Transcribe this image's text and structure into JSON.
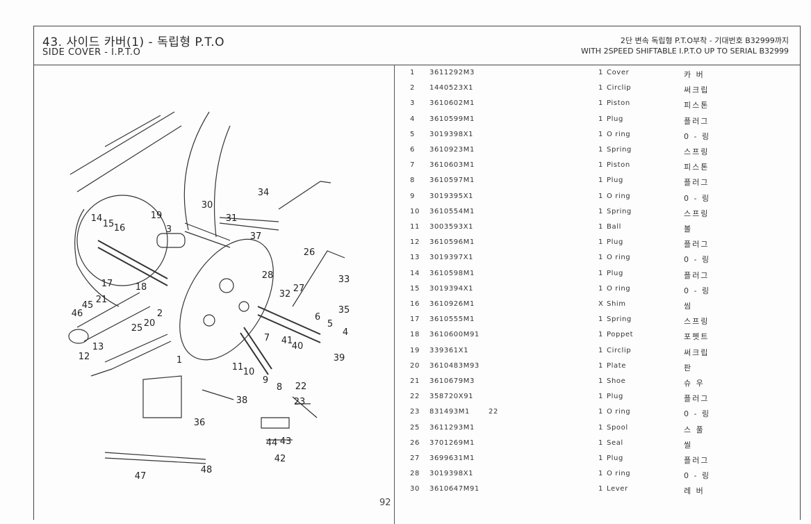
{
  "header": {
    "title_ko": "43. 사이드 카버(1) - 독립형 P.T.O",
    "title_en": "SIDE COVER - I.P.T.O",
    "note_ko": "2단 변속 독립형 P.T.O부착 - 기대번호 B32999까지",
    "note_en": "WITH 2SPEED SHIFTABLE I.P.T.O UP TO SERIAL B32999"
  },
  "page_number": "92",
  "diagram": {
    "callouts": [
      "34",
      "30",
      "31",
      "19",
      "14",
      "15",
      "16",
      "3",
      "37",
      "26",
      "33",
      "28",
      "32",
      "27",
      "17",
      "18",
      "21",
      "45",
      "2",
      "46",
      "20",
      "25",
      "35",
      "6",
      "5",
      "4",
      "41",
      "40",
      "13",
      "12",
      "39",
      "1",
      "7",
      "11",
      "10",
      "9",
      "8",
      "22",
      "23",
      "38",
      "36",
      "44",
      "43",
      "42",
      "47",
      "48"
    ]
  },
  "parts": [
    {
      "no": "1",
      "part": "3611292M3",
      "ref": "",
      "qty": "1",
      "desc": "Cover",
      "ko": "카 버"
    },
    {
      "no": "2",
      "part": "1440523X1",
      "ref": "",
      "qty": "1",
      "desc": "Circlip",
      "ko": "써크립"
    },
    {
      "no": "3",
      "part": "3610602M1",
      "ref": "",
      "qty": "1",
      "desc": "Piston",
      "ko": "피스톤"
    },
    {
      "no": "4",
      "part": "3610599M1",
      "ref": "",
      "qty": "1",
      "desc": "Plug",
      "ko": "플러그"
    },
    {
      "no": "5",
      "part": "3019398X1",
      "ref": "",
      "qty": "1",
      "desc": "O ring",
      "ko": "0 - 링"
    },
    {
      "no": "6",
      "part": "3610923M1",
      "ref": "",
      "qty": "1",
      "desc": "Spring",
      "ko": "스프링"
    },
    {
      "no": "7",
      "part": "3610603M1",
      "ref": "",
      "qty": "1",
      "desc": "Piston",
      "ko": "피스톤"
    },
    {
      "no": "8",
      "part": "3610597M1",
      "ref": "",
      "qty": "1",
      "desc": "Plug",
      "ko": "플러그"
    },
    {
      "no": "9",
      "part": "3019395X1",
      "ref": "",
      "qty": "1",
      "desc": "O ring",
      "ko": "0 - 링"
    },
    {
      "no": "10",
      "part": "3610554M1",
      "ref": "",
      "qty": "1",
      "desc": "Spring",
      "ko": "스프링"
    },
    {
      "no": "11",
      "part": "3003593X1",
      "ref": "",
      "qty": "1",
      "desc": "Ball",
      "ko": "볼"
    },
    {
      "no": "12",
      "part": "3610596M1",
      "ref": "",
      "qty": "1",
      "desc": "Plug",
      "ko": "플러그"
    },
    {
      "no": "13",
      "part": "3019397X1",
      "ref": "",
      "qty": "1",
      "desc": "O ring",
      "ko": "0 - 링"
    },
    {
      "no": "14",
      "part": "3610598M1",
      "ref": "",
      "qty": "1",
      "desc": "Plug",
      "ko": "플러그"
    },
    {
      "no": "15",
      "part": "3019394X1",
      "ref": "",
      "qty": "1",
      "desc": "O ring",
      "ko": "0 - 링"
    },
    {
      "no": "16",
      "part": "3610926M1",
      "ref": "",
      "qty": "X",
      "desc": "Shim",
      "ko": "씸"
    },
    {
      "no": "17",
      "part": "3610555M1",
      "ref": "",
      "qty": "1",
      "desc": "Spring",
      "ko": "스프링"
    },
    {
      "no": "18",
      "part": "3610600M91",
      "ref": "",
      "qty": "1",
      "desc": "Poppet",
      "ko": "포펫트"
    },
    {
      "no": "19",
      "part": "339361X1",
      "ref": "",
      "qty": "1",
      "desc": "Circlip",
      "ko": "써크립"
    },
    {
      "no": "20",
      "part": "3610483M93",
      "ref": "",
      "qty": "1",
      "desc": "Plate",
      "ko": "판"
    },
    {
      "no": "21",
      "part": "3610679M3",
      "ref": "",
      "qty": "1",
      "desc": "Shoe",
      "ko": "슈 우"
    },
    {
      "no": "22",
      "part": "358720X91",
      "ref": "",
      "qty": "1",
      "desc": "Plug",
      "ko": "플러그"
    },
    {
      "no": "23",
      "part": "831493M1",
      "ref": "22",
      "qty": "1",
      "desc": "O ring",
      "ko": "0 - 링"
    },
    {
      "no": "25",
      "part": "3611293M1",
      "ref": "",
      "qty": "1",
      "desc": "Spool",
      "ko": "스 풀"
    },
    {
      "no": "26",
      "part": "3701269M1",
      "ref": "",
      "qty": "1",
      "desc": "Seal",
      "ko": "씰"
    },
    {
      "no": "27",
      "part": "3699631M1",
      "ref": "",
      "qty": "1",
      "desc": "Plug",
      "ko": "플러그"
    },
    {
      "no": "28",
      "part": "3019398X1",
      "ref": "",
      "qty": "1",
      "desc": "O ring",
      "ko": "0 - 링"
    },
    {
      "no": "30",
      "part": "3610647M91",
      "ref": "",
      "qty": "1",
      "desc": "Lever",
      "ko": "레 버"
    }
  ]
}
